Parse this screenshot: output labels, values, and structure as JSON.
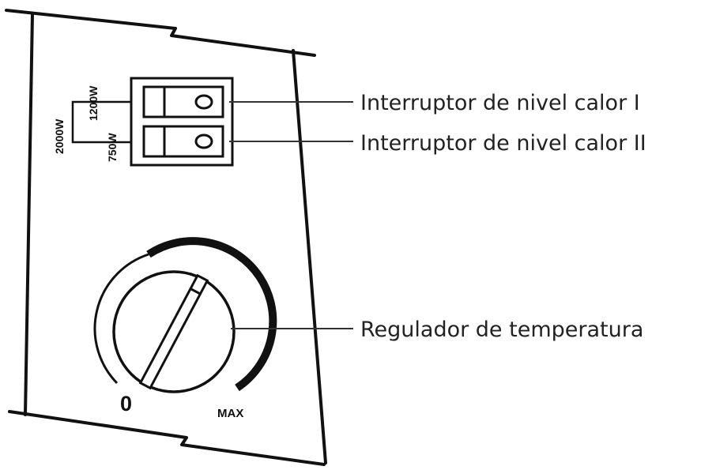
{
  "switches": {
    "power_total": "2000W",
    "power_level_1": "1200W",
    "power_level_2": "750W"
  },
  "dial": {
    "min_label": "0",
    "max_label": "MAX"
  },
  "callouts": {
    "switch_1": "Interruptor de nivel calor I",
    "switch_2": "Interruptor de nivel calor II",
    "thermostat": "Regulador de temperatura"
  }
}
